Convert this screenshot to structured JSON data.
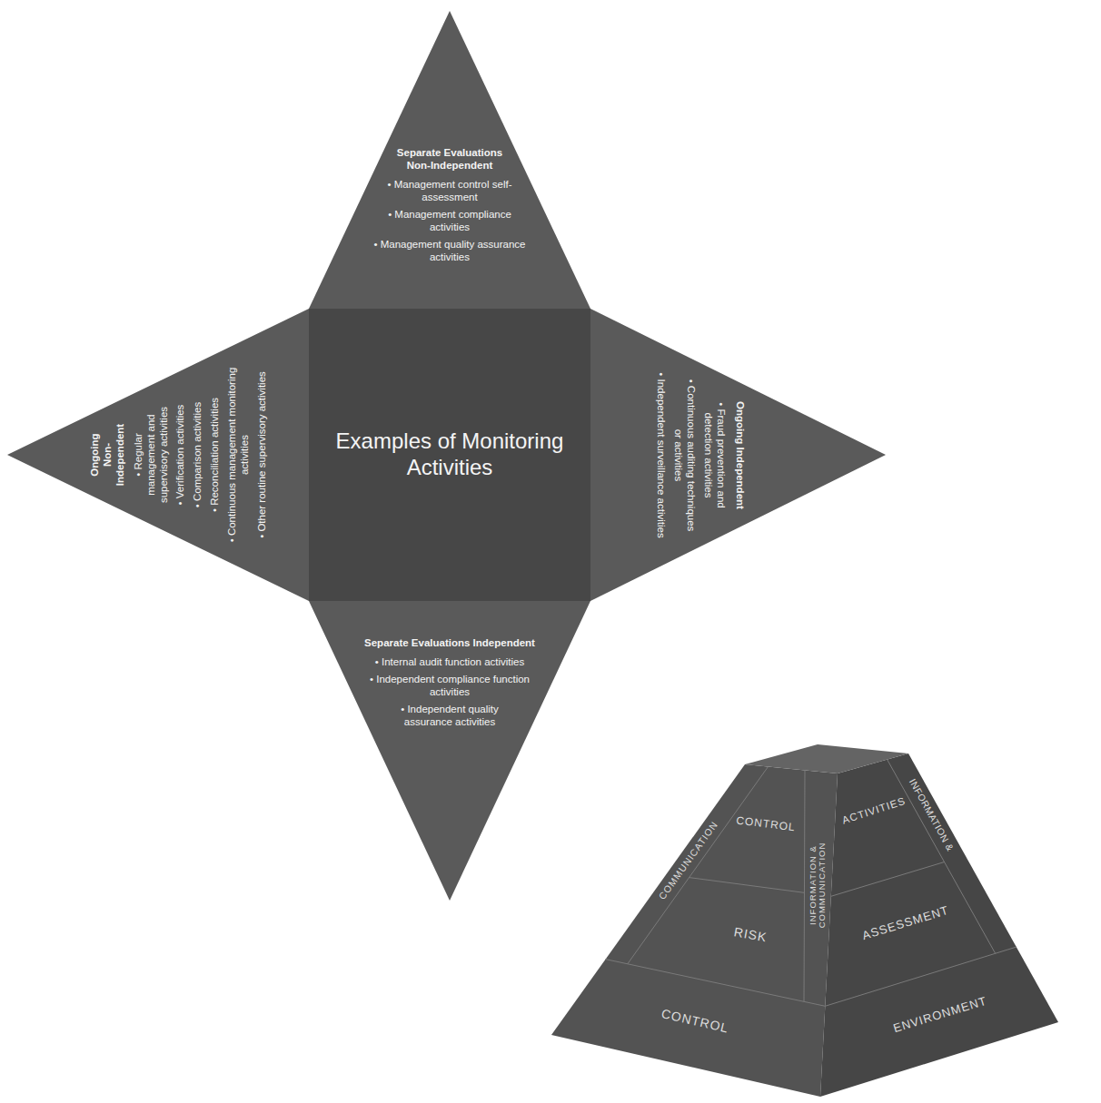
{
  "diagram": {
    "nodes": [
      {
        "text": [
          "Separate Evaluations Non-Independent",
          "• Management control self-assessment",
          "• Management compliance activities",
          "• Management quality assurance activities"
        ]
      },
      {
        "text": [
          "Ongoing Non-Independent",
          "• Regular management and supervisory activities",
          "• Verification activities",
          "• Comparison activities",
          "• Reconciliation activities",
          "• Continuous management monitoring activities",
          "• Other routine supervisory activities"
        ]
      },
      {
        "text": [
          "Examples of Monitoring Activities"
        ]
      },
      {
        "text": [
          "Ongoing Independent",
          "• Fraud prevention and detection activities",
          "• Continuous auditing techniques or activities",
          "• Independent surveillance activities"
        ]
      },
      {
        "text": [
          "Separate Evaluations Independent",
          "• Internal audit function activities",
          "• Independent compliance function activities",
          "• Independent quality assurance activities"
        ]
      }
    ],
    "labels": [
      "COMMUNICATION",
      "CONTROL",
      "ACTIVITIES",
      "INFORMATION &",
      "INFORMATION & COMMUNICATION",
      "RISK",
      "ASSESSMENT",
      "CONTROL",
      "ENVIRONMENT"
    ]
  }
}
